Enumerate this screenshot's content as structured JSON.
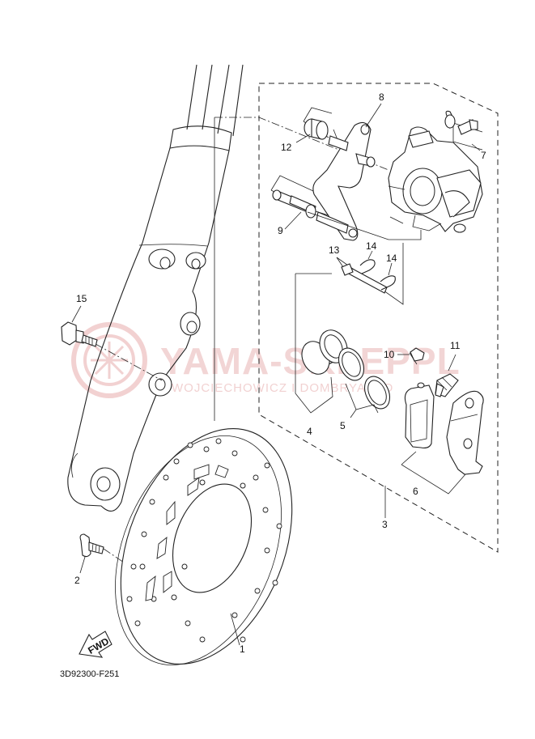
{
  "diagram_code": "3D92300-F251",
  "watermark": {
    "brand": "YAMA-SKLEPPL",
    "subtitle": "WOJCIECHOWICZ I DOMBRYAUTO"
  },
  "fwd_label": "FWD",
  "callouts": [
    {
      "id": "1",
      "label": "1"
    },
    {
      "id": "2",
      "label": "2"
    },
    {
      "id": "3",
      "label": "3"
    },
    {
      "id": "4",
      "label": "4"
    },
    {
      "id": "5",
      "label": "5"
    },
    {
      "id": "6",
      "label": "6"
    },
    {
      "id": "7",
      "label": "7"
    },
    {
      "id": "8",
      "label": "8"
    },
    {
      "id": "9",
      "label": "9"
    },
    {
      "id": "10",
      "label": "10"
    },
    {
      "id": "11",
      "label": "11"
    },
    {
      "id": "12",
      "label": "12"
    },
    {
      "id": "13",
      "label": "13"
    },
    {
      "id": "14a",
      "label": "14"
    },
    {
      "id": "14b",
      "label": "14"
    },
    {
      "id": "15",
      "label": "15"
    }
  ]
}
